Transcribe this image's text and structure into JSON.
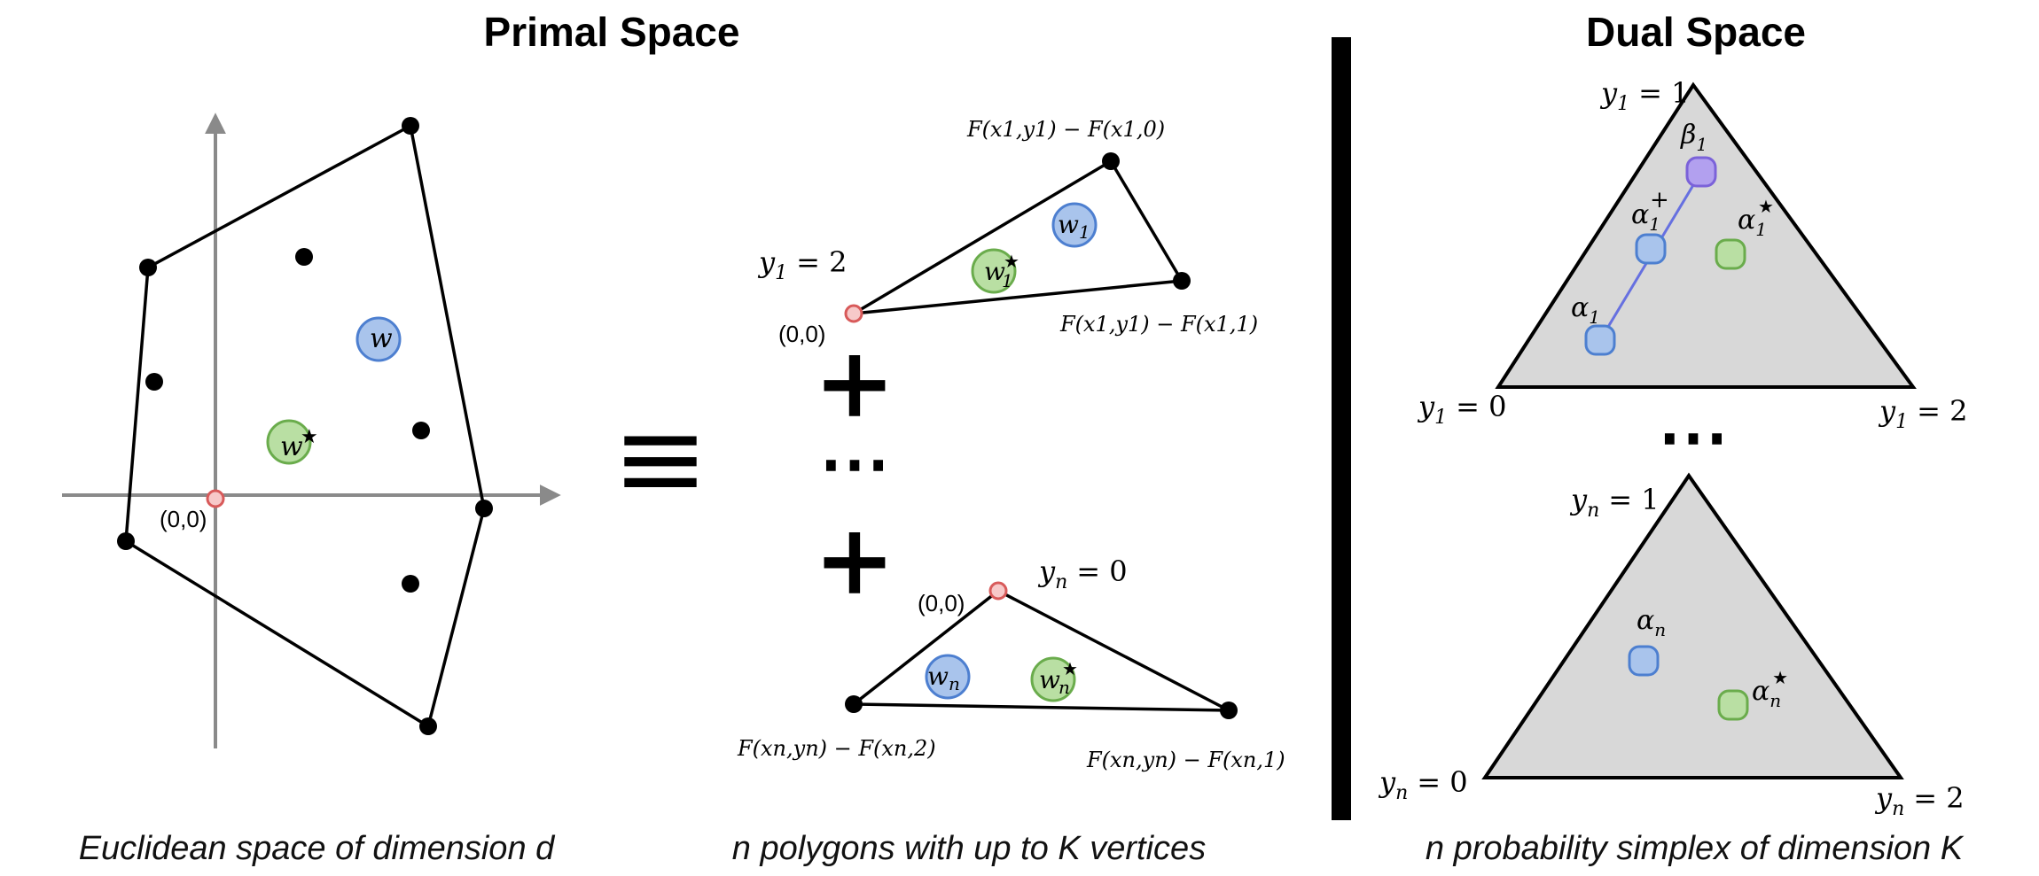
{
  "headers": {
    "primal": "Primal Space",
    "dual": "Dual Space"
  },
  "captions": {
    "left": "Euclidean space of dimension d",
    "middle": "n polygons with up to K vertices",
    "right": "n probability simplex of dimension K"
  },
  "primal": {
    "origin_label": "(0,0)",
    "w_label": "w",
    "wstar_label": "w",
    "star": "★"
  },
  "middle": {
    "equiv": "≡",
    "plus": "+",
    "ellipsis": "⋯",
    "top": {
      "origin_label": "(0,0)",
      "y_label": "y",
      "y_sub": "1",
      "y_eq": "= 2",
      "w_label": "w",
      "w_sub": "1",
      "wstar_label": "w",
      "wstar_sub": "1",
      "formula_top": "F(x1,y1) − F(x1,0)",
      "formula_right": "F(x1,y1) − F(x1,1)"
    },
    "bottom": {
      "origin_label": "(0,0)",
      "y_label": "y",
      "y_sub": "n",
      "y_eq": "= 0",
      "w_label": "w",
      "w_sub": "n",
      "wstar_label": "w",
      "wstar_sub": "n",
      "formula_left": "F(xn,yn) − F(xn,2)",
      "formula_right": "F(xn,yn) − F(xn,1)"
    }
  },
  "dual": {
    "ellipsis": "⋯",
    "top": {
      "y_label": "y",
      "y_sub": "1",
      "eq_top": "= 1",
      "eq_left": "= 0",
      "eq_right": "= 2",
      "alpha": "α",
      "alpha_sub": "1",
      "alpha_plus": "+",
      "beta": "β",
      "beta_sub": "1",
      "alpha_star": "★"
    },
    "bottom": {
      "y_label": "y",
      "y_sub": "n",
      "eq_top": "= 1",
      "eq_left": "= 0",
      "eq_right": "= 2",
      "alpha": "α",
      "alpha_sub": "n",
      "alpha_star": "★"
    }
  },
  "colors": {
    "blue_fill": "#a9c4ec",
    "blue_stroke": "#4d7fd0",
    "green_fill": "#b9dfa3",
    "green_stroke": "#6aac4c",
    "red_fill": "#f7c9c9",
    "red_stroke": "#d85a5a",
    "purple_fill": "#b2a0ef",
    "purple_stroke": "#7b62d9",
    "triangle_fill": "#d8d8d8",
    "axis": "#8a8a8a"
  }
}
